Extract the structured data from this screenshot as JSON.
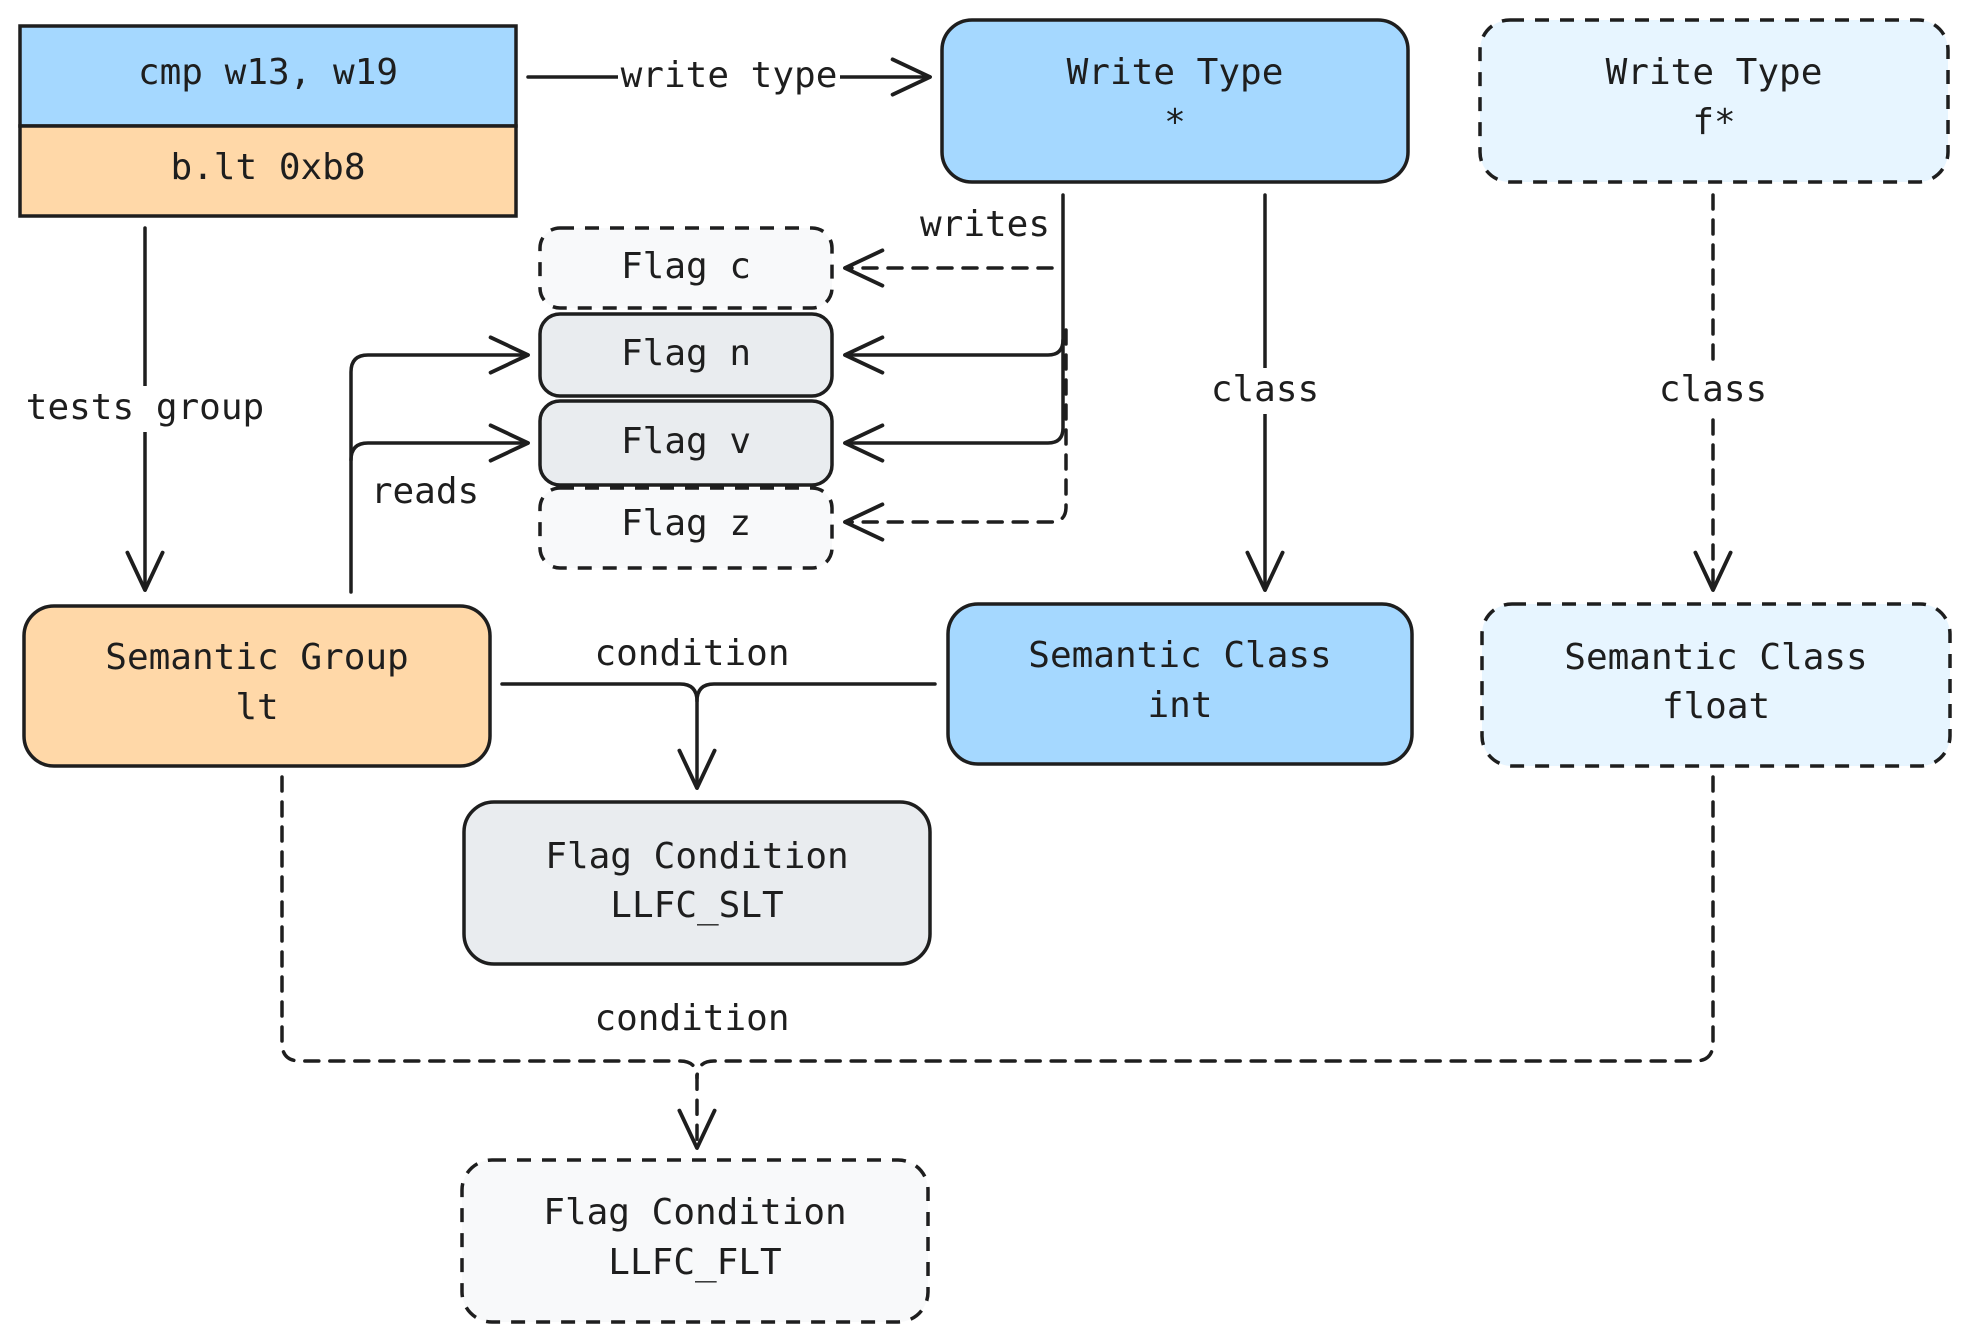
{
  "colors": {
    "blue": "#a5d8ff",
    "orange": "#ffd8a8",
    "gray": "#e9ecef",
    "light_blue": "#e7f5ff",
    "light_gray": "#f8f9fa",
    "stroke": "#1e1e1e"
  },
  "instruction": {
    "top": "cmp w13, w19",
    "bottom": "b.lt 0xb8"
  },
  "write_type_int": {
    "line1": "Write Type",
    "line2": "*"
  },
  "write_type_float": {
    "line1": "Write Type",
    "line2": "f*"
  },
  "flags": {
    "c": "Flag c",
    "n": "Flag n",
    "v": "Flag v",
    "z": "Flag z"
  },
  "semantic_group": {
    "line1": "Semantic Group",
    "line2": "lt"
  },
  "semantic_class_int": {
    "line1": "Semantic Class",
    "line2": "int"
  },
  "semantic_class_float": {
    "line1": "Semantic Class",
    "line2": "float"
  },
  "flag_condition_slt": {
    "line1": "Flag Condition",
    "line2": "LLFC_SLT"
  },
  "flag_condition_flt": {
    "line1": "Flag Condition",
    "line2": "LLFC_FLT"
  },
  "edges": {
    "write_type": "write type",
    "writes": "writes",
    "tests_group": "tests group",
    "reads": "reads",
    "class_int": "class",
    "class_float": "class",
    "condition_int": "condition",
    "condition_float": "condition"
  }
}
